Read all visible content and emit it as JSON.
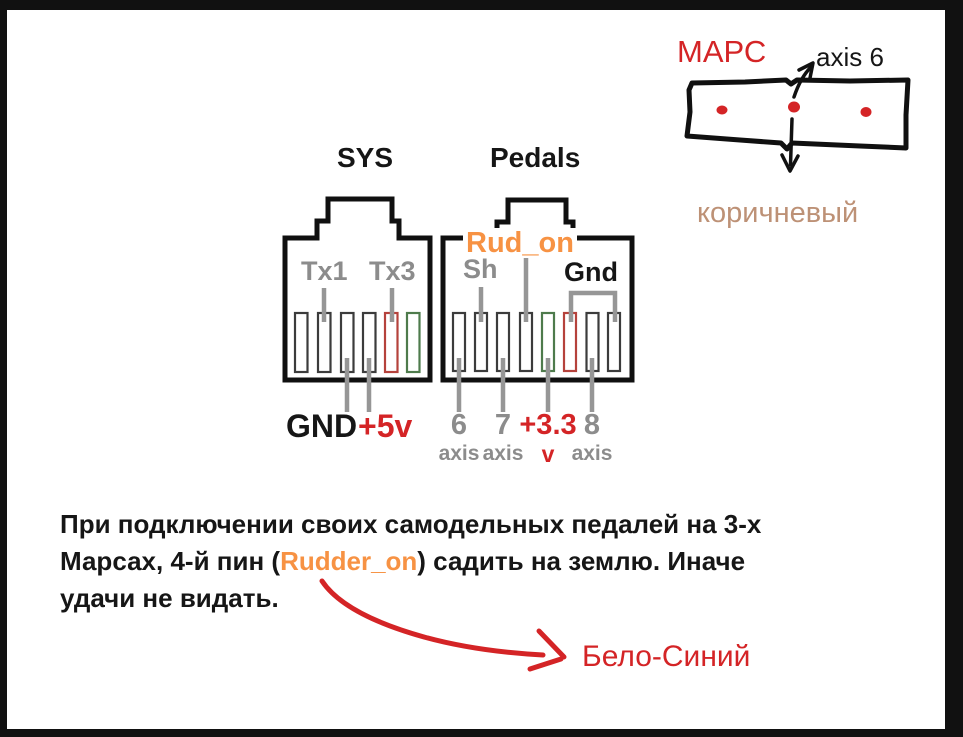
{
  "colors": {
    "frame_black": "#111111",
    "text_black": "#161616",
    "label_gray": "#8c8c8c",
    "accent_red": "#d42426",
    "accent_orange": "#f79243",
    "wire_brown": "#bd9176",
    "pin_red_outline": "#b5423c",
    "pin_green_outline": "#4e7b4c"
  },
  "sys": {
    "title": "SYS",
    "top_pin_labels": [
      {
        "label": "Tx1"
      },
      {
        "label": "Tx3"
      }
    ],
    "bottom_pin_labels": [
      {
        "label": "GND"
      },
      {
        "label": "+5v"
      }
    ]
  },
  "pedals": {
    "title": "Pedals",
    "rud_on_label": "Rud_on",
    "shield_label": "Sh",
    "ground_label": "Gnd",
    "bottom_pin_labels": [
      {
        "pin": "6",
        "sub": "axis"
      },
      {
        "pin": "7",
        "sub": "axis"
      },
      {
        "pin": "+3.3",
        "sub": "v"
      },
      {
        "pin": "8",
        "sub": "axis"
      }
    ]
  },
  "mars_sketch": {
    "title": "МАРС",
    "axis_label": "axis 6",
    "wire_color_label": "коричневый"
  },
  "note": {
    "line1": "При подключении своих самодельных педалей на 3-х",
    "line2_before": "Марсах, 4-й пин (",
    "line2_highlight": "Rudder_on",
    "line2_after": ") садить на землю. Иначе",
    "line3": "удачи не видать.",
    "arrow_label": "Бело-Синий"
  }
}
